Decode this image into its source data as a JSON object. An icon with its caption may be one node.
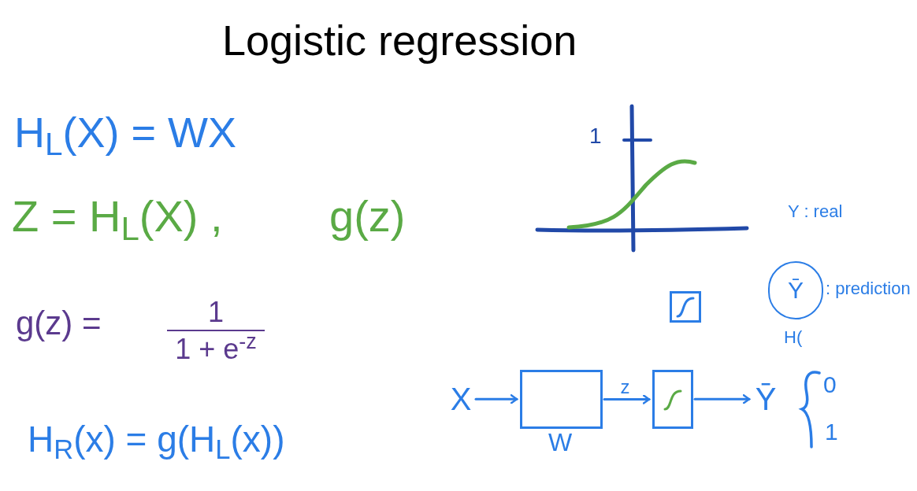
{
  "diagram": {
    "title": "Logistic regression",
    "nodes": [
      {
        "text": [],
        "shape": "box"
      },
      {
        "text": [
          "Ȳ"
        ],
        "beside": [
          ": prediction"
        ]
      },
      {
        "text": [
          "X"
        ]
      },
      {
        "text": [],
        "shape": "box",
        "beside": [
          "W"
        ]
      },
      {
        "text": [],
        "shape": "box"
      },
      {
        "text": [
          "Ȳ"
        ]
      }
    ],
    "edges": [
      {
        "from": 2,
        "to": 3,
        "arrow": "to"
      },
      {
        "from": 3,
        "to": 4,
        "arrow": "to",
        "label": "z"
      },
      {
        "from": 4,
        "to": 5,
        "arrow": "to"
      }
    ],
    "labels": [
      "H$_{L}$(X) = WX",
      "Z = H$_{L}$(X) ,",
      "g(z)",
      "g(z) =",
      "1",
      "1 + e$^{-z}$",
      "H$_{R}$(x) = g(H$_{L}$(x))",
      "1",
      "Y : real",
      "H(",
      "0",
      "1"
    ]
  }
}
